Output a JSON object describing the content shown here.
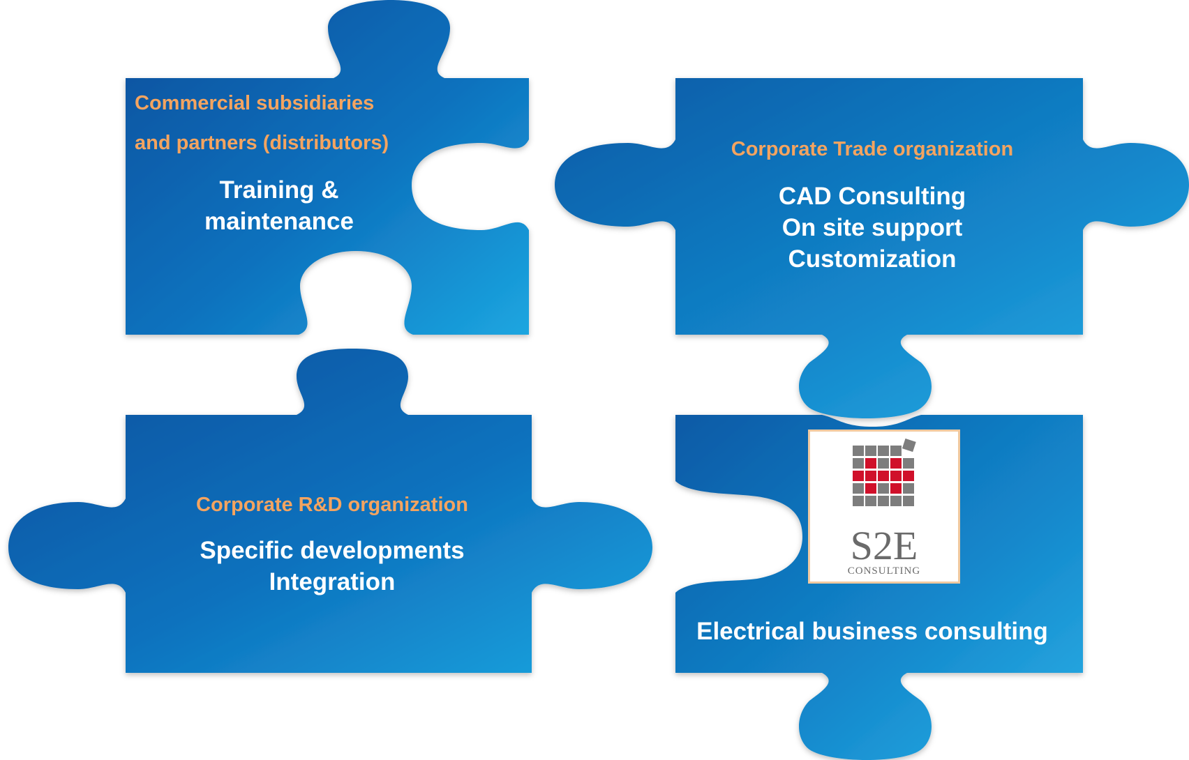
{
  "pieces": [
    {
      "org": [
        "Commercial subsidiaries",
        "and partners (distributors)"
      ],
      "services": [
        "Training &",
        "maintenance"
      ]
    },
    {
      "org": [
        "Corporate Trade organization"
      ],
      "services": [
        "CAD Consulting",
        "On site support",
        "Customization"
      ]
    },
    {
      "org": [
        "Corporate R&D organization"
      ],
      "services": [
        "Specific developments",
        "Integration"
      ]
    },
    {
      "services": [
        "Electrical business consulting"
      ]
    }
  ],
  "logo": {
    "name": "S2E",
    "subtitle": "CONSULTING"
  },
  "colors": {
    "piece_dark": "#0b5aa6",
    "piece_light": "#1aa0dc",
    "org_label": "#f4a460",
    "service_text": "#ffffff",
    "logo_red": "#d0102a",
    "logo_gray": "#7d7d7d"
  }
}
